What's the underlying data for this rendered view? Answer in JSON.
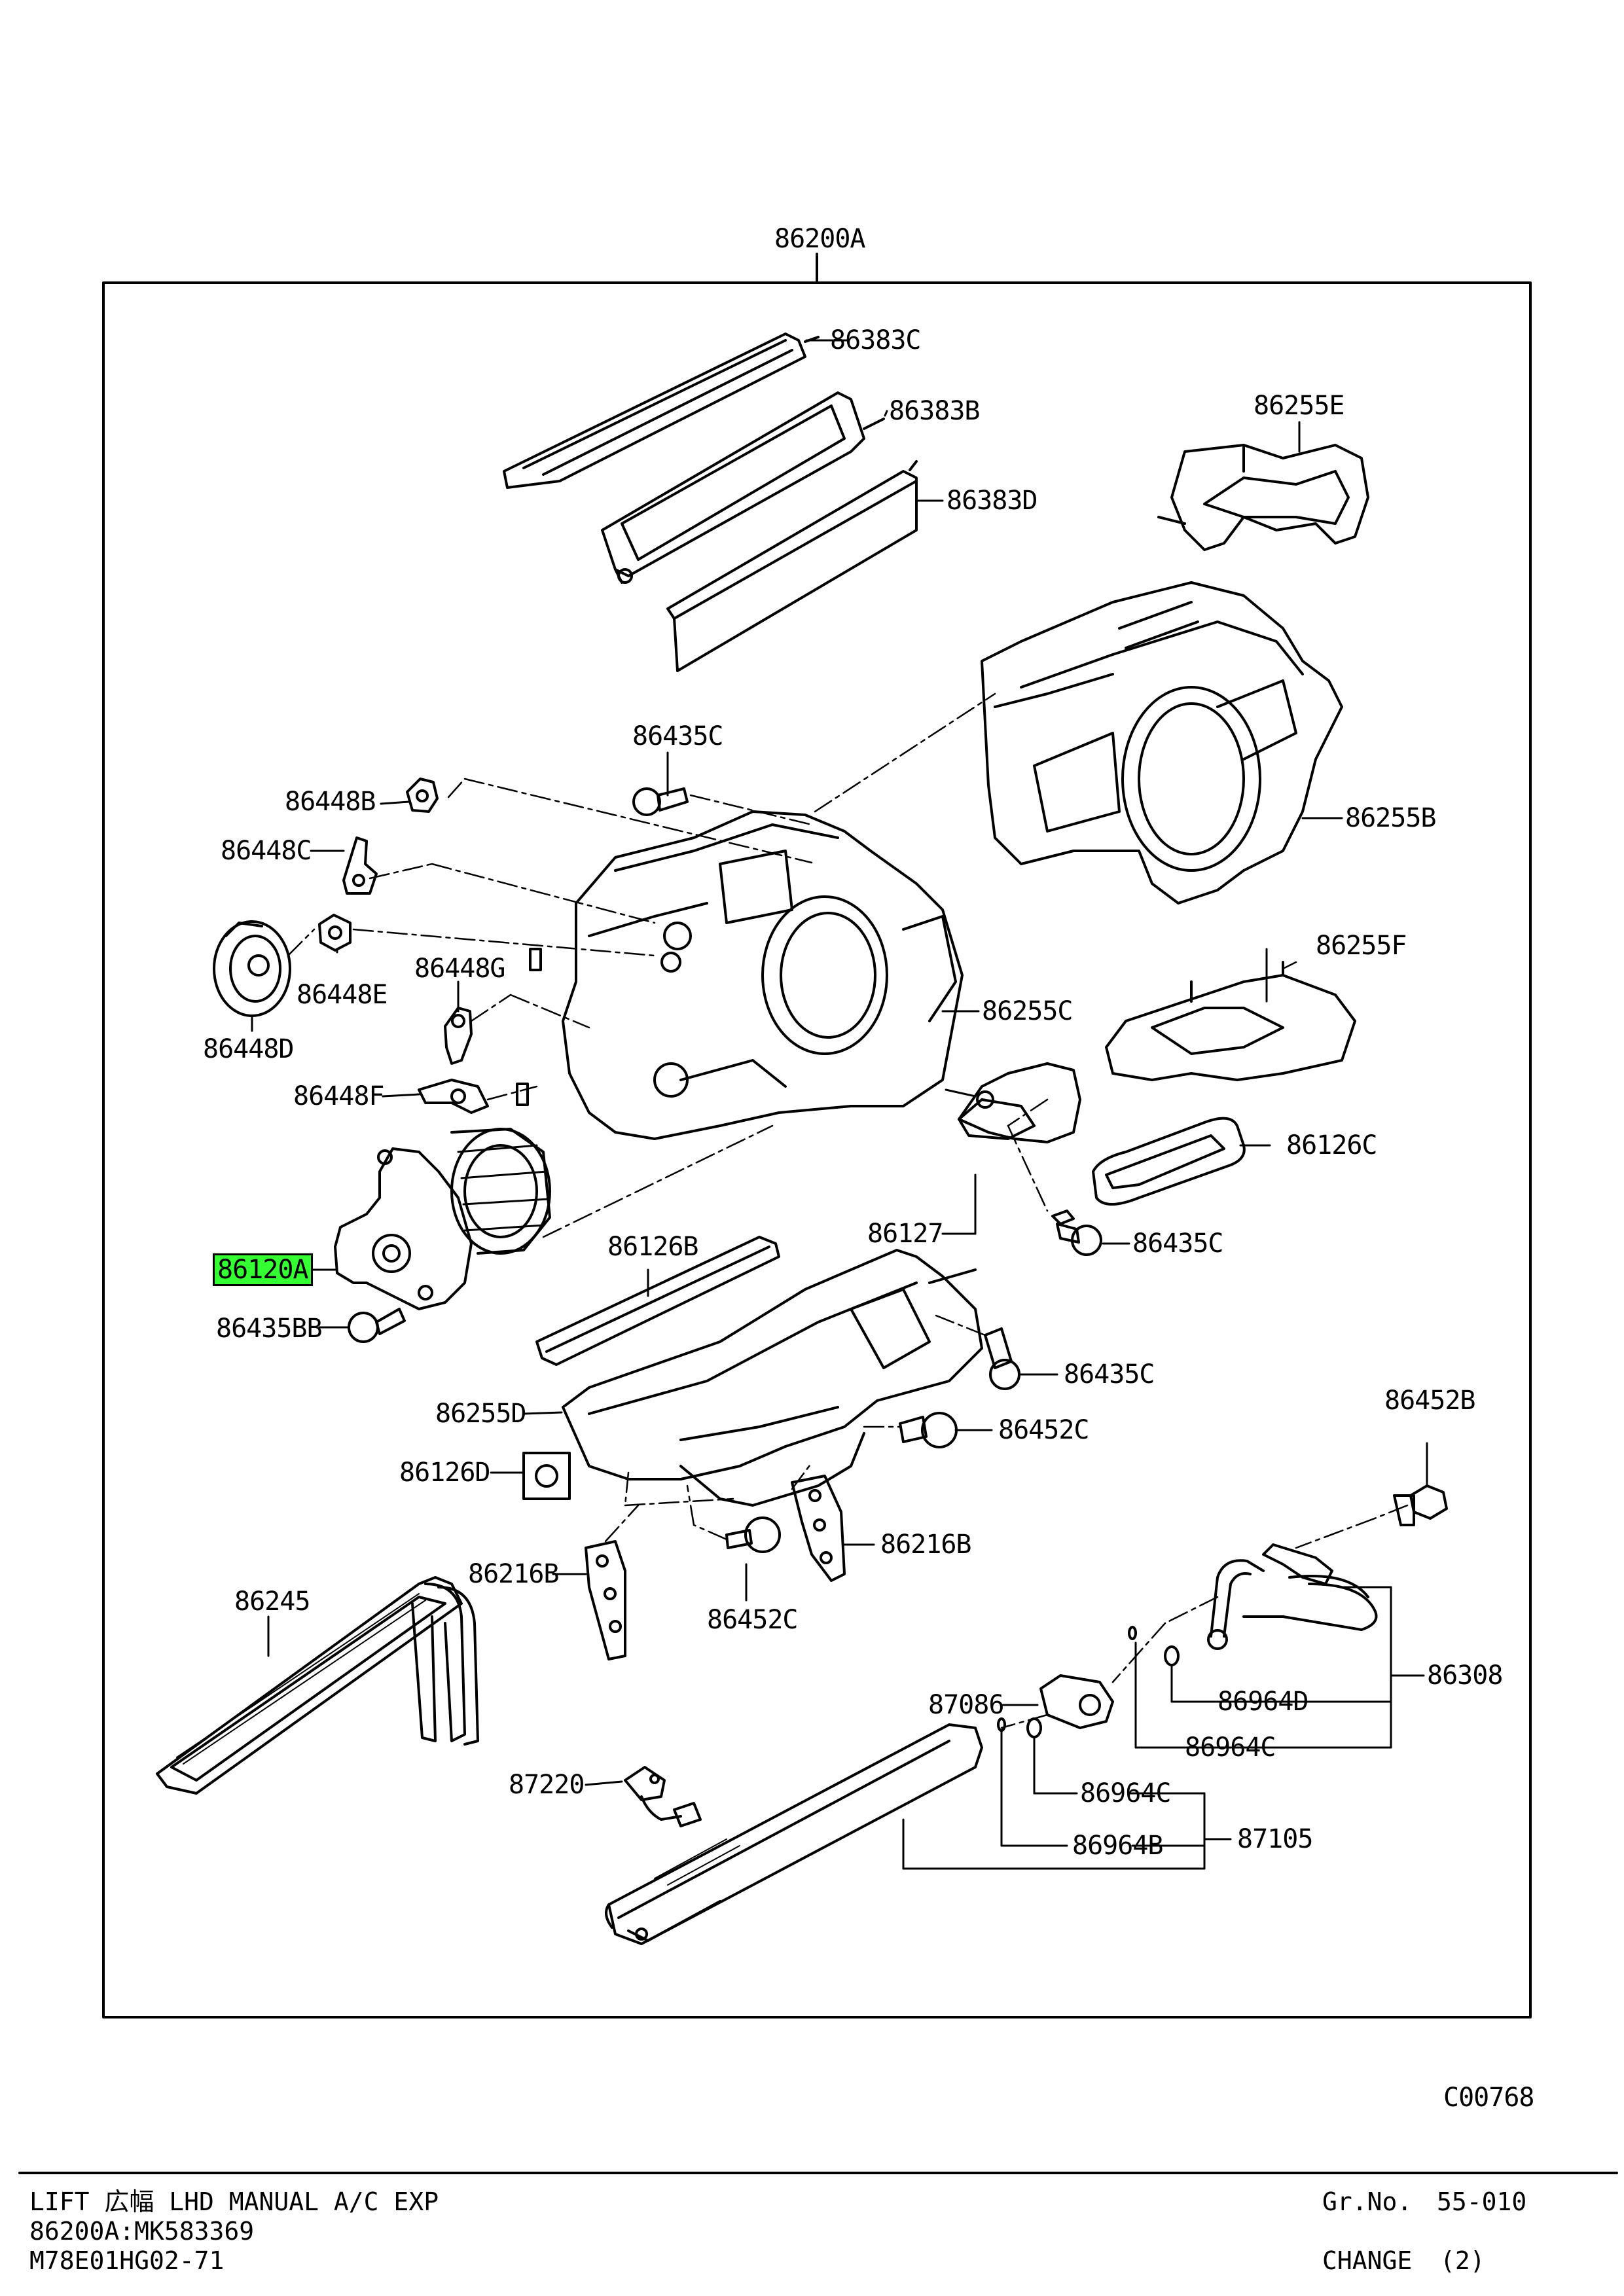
{
  "assembly_label": "86200A",
  "parts": [
    {
      "id": "86383C",
      "label": "86383C"
    },
    {
      "id": "86383B",
      "label": "86383B"
    },
    {
      "id": "86383D",
      "label": "86383D"
    },
    {
      "id": "86255E",
      "label": "86255E"
    },
    {
      "id": "86435C-a",
      "label": "86435C"
    },
    {
      "id": "86255B",
      "label": "86255B"
    },
    {
      "id": "86448B",
      "label": "86448B"
    },
    {
      "id": "86448C",
      "label": "86448C"
    },
    {
      "id": "86448G",
      "label": "86448G"
    },
    {
      "id": "86448E",
      "label": "86448E"
    },
    {
      "id": "86448D",
      "label": "86448D"
    },
    {
      "id": "86255F",
      "label": "86255F"
    },
    {
      "id": "86255C",
      "label": "86255C"
    },
    {
      "id": "86448F",
      "label": "86448F"
    },
    {
      "id": "86126C",
      "label": "86126C"
    },
    {
      "id": "86127",
      "label": "86127"
    },
    {
      "id": "86435C-b",
      "label": "86435C"
    },
    {
      "id": "86120A",
      "label": "86120A",
      "highlighted": true,
      "highlight_color": "#33ff33"
    },
    {
      "id": "86126B",
      "label": "86126B"
    },
    {
      "id": "86435BB",
      "label": "86435BB"
    },
    {
      "id": "86435C-c",
      "label": "86435C"
    },
    {
      "id": "86255D",
      "label": "86255D"
    },
    {
      "id": "86452C-a",
      "label": "86452C"
    },
    {
      "id": "86452B",
      "label": "86452B"
    },
    {
      "id": "86126D",
      "label": "86126D"
    },
    {
      "id": "86216B-a",
      "label": "86216B"
    },
    {
      "id": "86216B-b",
      "label": "86216B"
    },
    {
      "id": "86245",
      "label": "86245"
    },
    {
      "id": "86452C-b",
      "label": "86452C"
    },
    {
      "id": "86308",
      "label": "86308"
    },
    {
      "id": "87086",
      "label": "87086"
    },
    {
      "id": "86964D",
      "label": "86964D"
    },
    {
      "id": "86964C-a",
      "label": "86964C"
    },
    {
      "id": "87220",
      "label": "87220"
    },
    {
      "id": "86964C-b",
      "label": "86964C"
    },
    {
      "id": "87105",
      "label": "87105"
    },
    {
      "id": "86964B",
      "label": "86964B"
    }
  ],
  "illustration_code": "C00768",
  "footer": {
    "line1": "LIFT 広幅 LHD MANUAL A/C EXP",
    "line2": "86200A:MK583369",
    "line3": "M78E01HG02-71",
    "group_label": "Gr.No.",
    "group_value": "55-010",
    "change_label": "CHANGE",
    "change_value": "(2)"
  }
}
